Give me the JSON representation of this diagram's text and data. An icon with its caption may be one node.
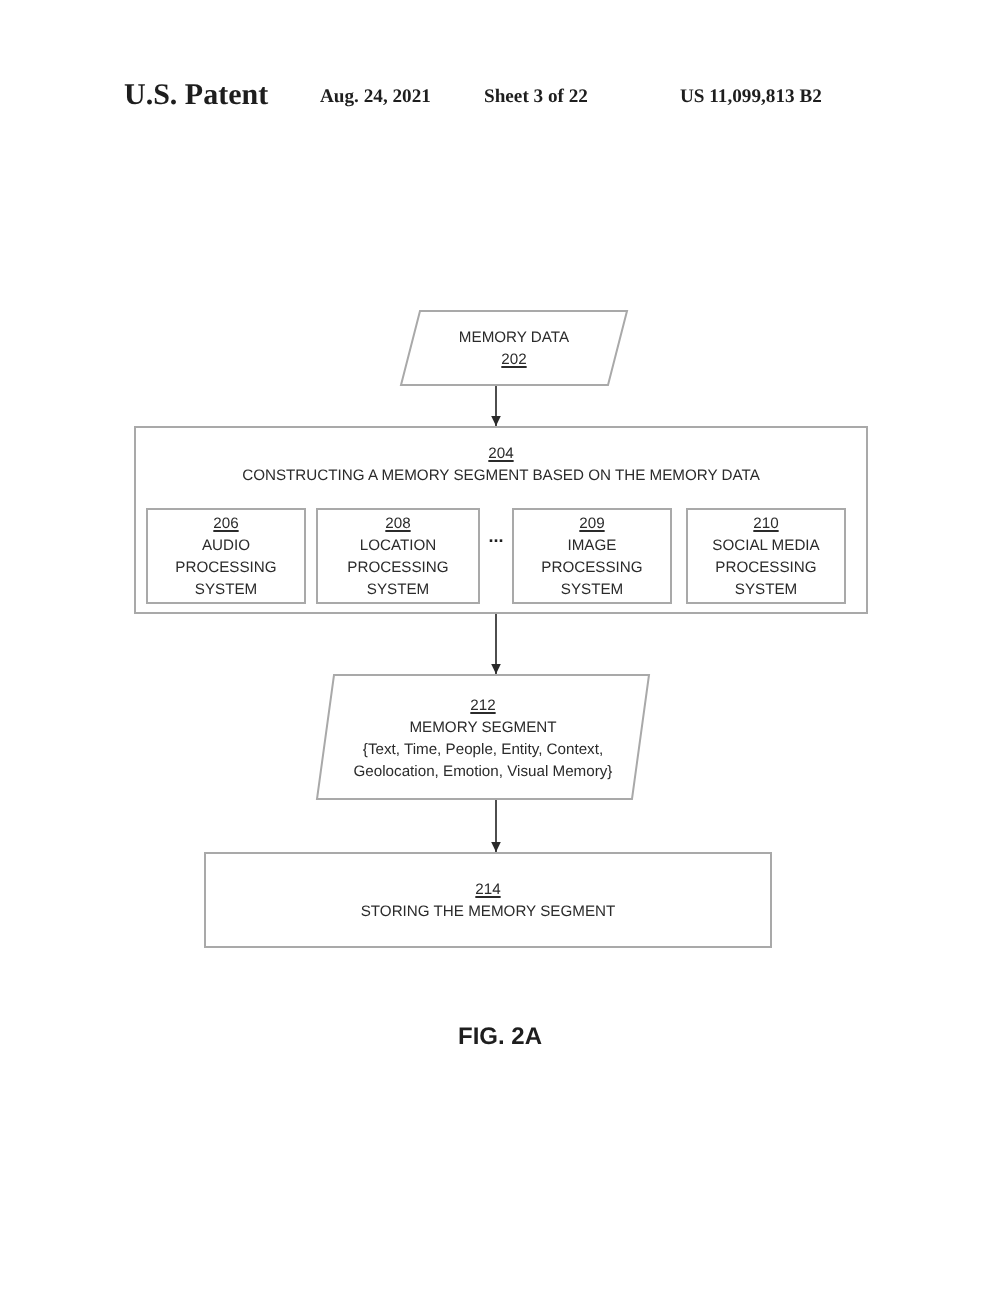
{
  "diagram": {
    "caption": "FIG. 2A",
    "nodes": [
      {
        "text": [
          "MEMORY DATA",
          "202"
        ]
      },
      {
        "text": [
          "204",
          "CONSTRUCTING A MEMORY SEGMENT BASED ON THE MEMORY DATA"
        ]
      },
      {
        "text": [
          "206",
          "AUDIO PROCESSING SYSTEM"
        ],
        "in": 1
      },
      {
        "text": [
          "208",
          "LOCATION PROCESSING SYSTEM"
        ],
        "in": 1
      },
      {
        "text": [
          "209",
          "IMAGE PROCESSING SYSTEM"
        ],
        "in": 1
      },
      {
        "text": [
          "210",
          "SOCIAL MEDIA PROCESSING SYSTEM"
        ],
        "in": 1
      },
      {
        "text": [
          "212",
          "MEMORY SEGMENT",
          "{Text, Time, People, Entity, Context, Geolocation, Emotion, Visual Memory}"
        ]
      },
      {
        "text": [
          "214",
          "STORING THE MEMORY SEGMENT"
        ]
      }
    ],
    "edges": [
      {
        "from": 0,
        "to": 1,
        "arrow": "to"
      },
      {
        "from": 1,
        "to": 6,
        "arrow": "to"
      },
      {
        "from": 6,
        "to": 7,
        "arrow": "to"
      }
    ],
    "labels": [
      "U.S. Patent",
      "Aug. 24, 2021",
      "Sheet 3 of 22",
      "US 11,099,813 B2",
      "..."
    ]
  }
}
